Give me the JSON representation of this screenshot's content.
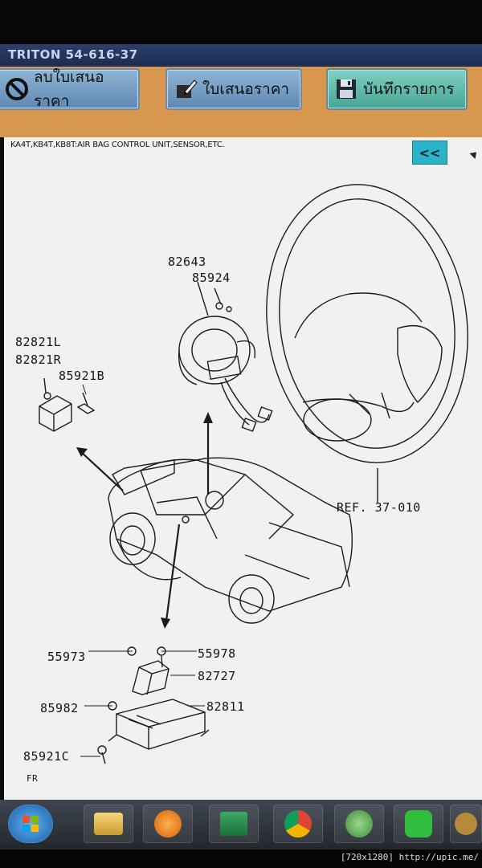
{
  "window": {
    "title": "TRITON 54-616-37"
  },
  "toolbar": {
    "buttons": [
      {
        "label": "ลบใบเสนอราคา",
        "icon": "no-entry-icon"
      },
      {
        "label": "ใบเสนอราคา",
        "icon": "pen-note-icon"
      },
      {
        "label": "บันทึกรายการ",
        "icon": "floppy-disk-icon"
      }
    ]
  },
  "content": {
    "breadcrumb": "KA4T,KB4T,KB8T:AIR BAG CONTROL UNIT,SENSOR,ETC.",
    "collapse_label": "<<"
  },
  "diagram": {
    "parts": {
      "p82643": "82643",
      "p85924": "85924",
      "p82821L": "82821L",
      "p82821R": "82821R",
      "p85921B": "85921B",
      "ref": "REF. 37-010",
      "p55973": "55973",
      "p55978": "55978",
      "p82727": "82727",
      "p85982": "85982",
      "p82811": "82811",
      "p85921C": "85921C",
      "fr": "FR"
    }
  },
  "taskbar": {
    "items": [
      "start-orb-icon",
      "folder-icon",
      "media-player-icon",
      "excel-icon",
      "chrome-icon",
      "phone-icon",
      "line-app-icon",
      "extra-app-icon"
    ]
  },
  "watermark": "[720x1280] http://upic.me/"
}
